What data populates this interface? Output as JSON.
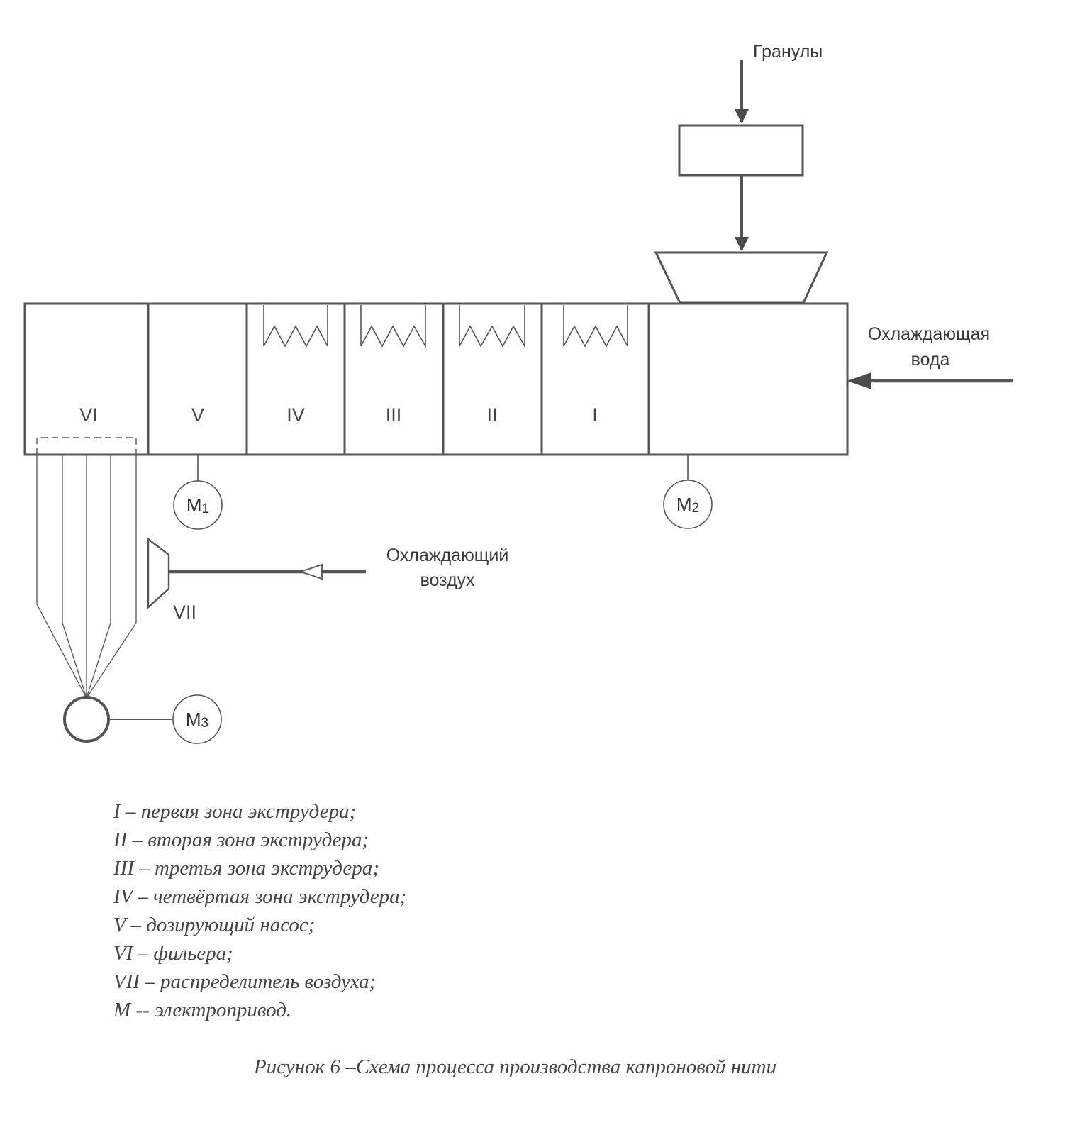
{
  "labels": {
    "granules": "Гранулы",
    "cooling_water_line1": "Охлаждающая",
    "cooling_water_line2": "вода",
    "cooling_air_line1": "Охлаждающий",
    "cooling_air_line2": "воздух"
  },
  "zones": {
    "vi": "VI",
    "v": "V",
    "iv": "IV",
    "iii": "III",
    "ii": "II",
    "i": "I",
    "vii": "VII"
  },
  "motors": {
    "m1": {
      "letter": "M",
      "index": "1"
    },
    "m2": {
      "letter": "M",
      "index": "2"
    },
    "m3": {
      "letter": "M",
      "index": "3"
    }
  },
  "legend": [
    " I – первая зона экструдера;",
    "II –  вторая зона экструдера;",
    "III – третья зона экструдера;",
    "IV – четвёртая зона экструдера;",
    "V – дозирующий насос;",
    "VI – фильера;",
    "VII – распределитель воздуха;",
    "M -- электропривод."
  ],
  "caption": "Рисунок 6 –Схема процесса производства капроновой нити",
  "colors": {
    "line": "#555555",
    "text": "#3a3a3a"
  }
}
